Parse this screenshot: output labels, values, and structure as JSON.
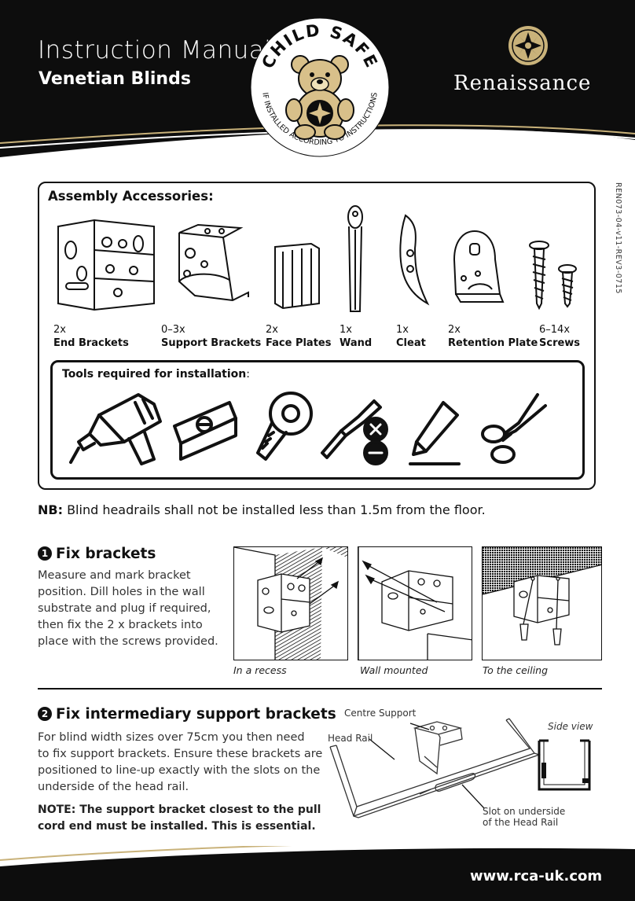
{
  "header": {
    "title": "Instruction Manual",
    "subtitle": "Venetian Blinds",
    "brand": "Renaissance",
    "seal_top": "CHILD SAFE",
    "seal_bottom": "IF INSTALLED ACCORDING TO INSTRUCTIONS"
  },
  "doc_ref": "REN073-04-v11-REV3-0715",
  "accessories": {
    "title": "Assembly Accessories:",
    "items": [
      {
        "qty": "2x",
        "name": "End Brackets"
      },
      {
        "qty": "0–3x",
        "name": "Support Brackets"
      },
      {
        "qty": "2x",
        "name": "Face Plates"
      },
      {
        "qty": "1x",
        "name": "Wand"
      },
      {
        "qty": "1x",
        "name": "Cleat"
      },
      {
        "qty": "2x",
        "name": "Retention Plate"
      },
      {
        "qty": "6–14x",
        "name": "Screws"
      }
    ],
    "tools_title_bold": "Tools required for installation",
    "tools_title_rest": ":",
    "tools": [
      "drill-icon",
      "spirit-level-icon",
      "tape-measure-icon",
      "screwdriver-icon",
      "pencil-icon",
      "scissors-icon"
    ]
  },
  "nb": {
    "bold": "NB:",
    "text": " Blind headrails shall not be installed less than 1.5m from the floor."
  },
  "step1": {
    "number": "1",
    "heading": "Fix brackets",
    "lines": [
      "Measure and mark bracket",
      "position. Dill holes in the wall",
      "substrate and plug if required,",
      "then fix the 2 x brackets into",
      "place with the screws provided."
    ],
    "captions": [
      "In a recess",
      "Wall mounted",
      "To the ceiling"
    ]
  },
  "step2": {
    "number": "2",
    "heading": "Fix intermediary support brackets",
    "lines": [
      "For blind width sizes over 75cm you then need",
      "to fix support brackets. Ensure these brackets are",
      "positioned to line-up exactly with the slots on the",
      "underside of the head rail."
    ],
    "note_lines": [
      "NOTE: The support bracket closest to the pull",
      "cord end must be installed. This is essential."
    ],
    "labels": {
      "centre_support": "Centre Support",
      "head_rail": "Head Rail",
      "side_view": "Side view",
      "slot_1": "Slot on underside",
      "slot_2": "of the Head Rail"
    }
  },
  "footer": {
    "url": "www.rca-uk.com"
  },
  "colors": {
    "header_bg": "#0d0d0d",
    "accent_gold": "#c9b27a",
    "seal_gold": "#d8c08a"
  }
}
